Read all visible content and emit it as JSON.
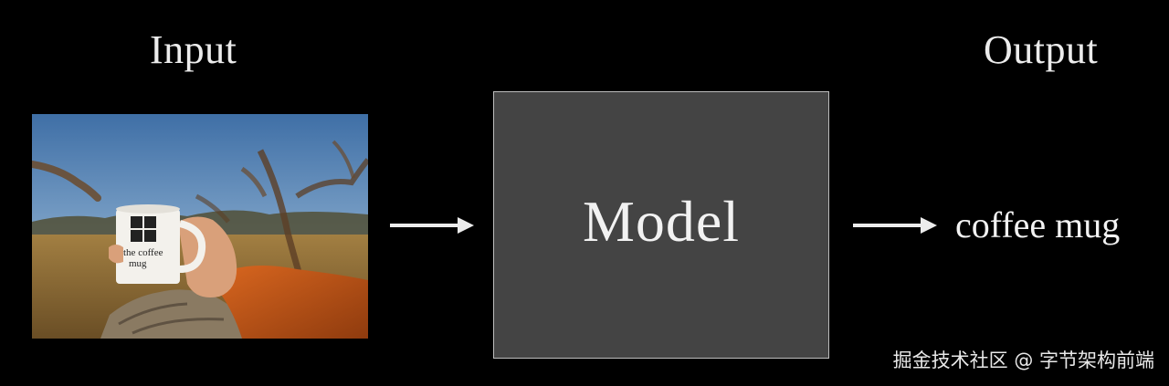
{
  "labels": {
    "input_heading": "Input",
    "output_heading": "Output",
    "model": "Model",
    "prediction": "coffee mug"
  },
  "photo": {
    "mug_text_line1": "the coffee",
    "mug_text_line2": "mug"
  },
  "watermark": "掘金技术社区 @ 字节架构前端",
  "colors": {
    "background": "#000000",
    "model_box": "#444444",
    "model_border": "#bdbdbd",
    "text": "#ececec"
  }
}
